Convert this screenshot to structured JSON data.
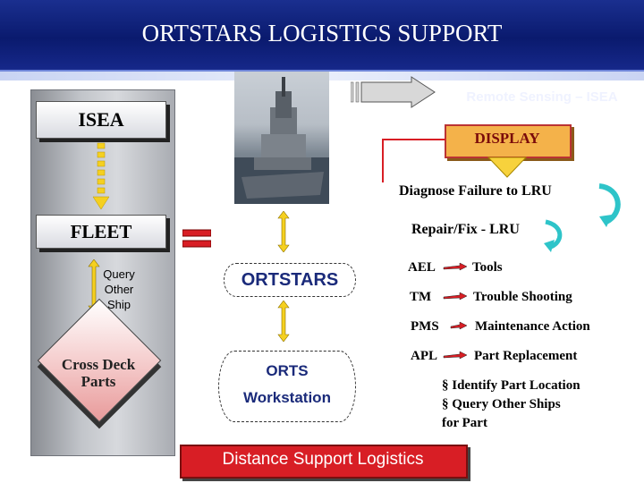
{
  "title": "ORTSTARS LOGISTICS SUPPORT",
  "remote_sensing": "Remote Sensing – ISEA",
  "display": "DISPLAY",
  "isea": "ISEA",
  "fleet": "FLEET",
  "query": [
    "Query",
    "Other",
    "Ship"
  ],
  "cross_deck": [
    "Cross Deck",
    "Parts"
  ],
  "ortstars": "ORTSTARS",
  "orts": "ORTS",
  "workstation": "Workstation",
  "diagnose": "Diagnose Failure to LRU",
  "repair": "Repair/Fix - LRU",
  "items": [
    {
      "key": "AEL",
      "value": "Tools"
    },
    {
      "key": "TM",
      "value": "Trouble Shooting"
    },
    {
      "key": "PMS",
      "value": "Maintenance Action"
    },
    {
      "key": "APL",
      "value": "Part Replacement"
    }
  ],
  "bullets": [
    "§ Identify Part Location",
    "§ Query Other Ships",
    "for Part"
  ],
  "bottom": "Distance Support Logistics",
  "colors": {
    "title_bg": "#0a1a6e",
    "accent_red": "#d81e25",
    "display_orange": "#f4b24a",
    "arrow_yellow": "#f7d23c",
    "curve_cyan": "#2ec4c9"
  }
}
